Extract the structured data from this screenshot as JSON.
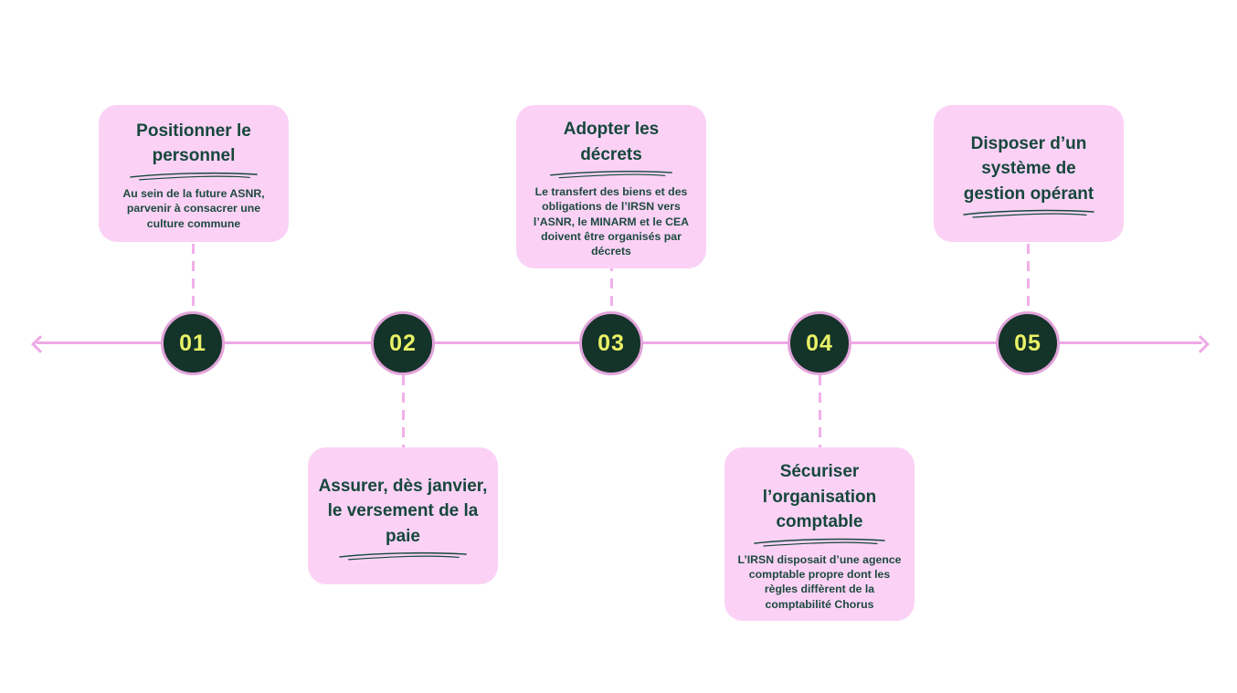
{
  "palette": {
    "background": "#ffffff",
    "card_background": "#fbd2f5",
    "title_color": "#16473c",
    "body_color": "#1d4a40",
    "circle_fill": "#143329",
    "circle_ring": "#e2a4da",
    "number_color": "#e9f266",
    "axis_line_color": "#efa9e5",
    "dash_color": "#f2b0e9"
  },
  "timeline": {
    "direction": "horizontal",
    "milestones": [
      {
        "number": "01",
        "title": "Positionner le personnel",
        "body": "Au sein de la future ASNR, parvenir à consacrer une culture commune",
        "position": "top"
      },
      {
        "number": "02",
        "title": "Assurer, dès janvier, le versement de la paie",
        "body": "",
        "position": "bottom"
      },
      {
        "number": "03",
        "title": "Adopter les décrets",
        "body": "Le transfert des biens et des obligations de l’IRSN vers l’ASNR, le MINARM et le CEA doivent être organisés par décrets",
        "position": "top"
      },
      {
        "number": "04",
        "title": "Sécuriser l’organisation comptable",
        "body": "L’IRSN disposait d’une agence comptable propre dont les règles diffèrent de la comptabilité Chorus",
        "position": "bottom"
      },
      {
        "number": "05",
        "title": "Disposer d’un système de gestion opérant",
        "body": "",
        "position": "top"
      }
    ]
  }
}
